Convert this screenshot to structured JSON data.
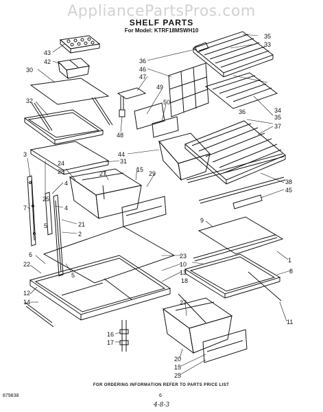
{
  "watermark": "AppliancePartsPros.com",
  "title": "SHELF PARTS",
  "model_line": "For Model: KTRF18MSWH10",
  "footer_note": "FOR ORDERING INFORMATION REFER TO PARTS PRICE LIST",
  "doc_code": "879838",
  "page_number": "6",
  "handwritten_ref": "4-8-3",
  "callouts": {
    "c35a": "35",
    "c33": "33",
    "c43": "43",
    "c42": "42",
    "c30": "30",
    "c36a": "36",
    "c46": "46",
    "c47": "47",
    "c49": "49",
    "c50": "50",
    "c32": "32",
    "c36b": "36",
    "c34": "34",
    "c35b": "35",
    "c37": "37",
    "c48": "48",
    "c44": "44",
    "c3": "3",
    "c24": "24",
    "c28": "28",
    "c27a": "27",
    "c15a": "15",
    "c29": "29",
    "c31": "31",
    "c38": "38",
    "c45": "45",
    "c7": "7",
    "c25": "25",
    "c4a": "4",
    "c4b": "4",
    "c21": "21",
    "c2": "2",
    "c9": "9",
    "c6": "6",
    "c22": "22",
    "c23": "23",
    "c10": "10",
    "c13": "13",
    "c1": "1",
    "c8": "8",
    "c5a": "5",
    "c5b": "5",
    "c18": "18",
    "c12": "12",
    "c14": "14",
    "c11": "11",
    "c27b": "27",
    "c16": "16",
    "c17": "17",
    "c20": "20",
    "c15b": "15",
    "c25b": "25"
  }
}
